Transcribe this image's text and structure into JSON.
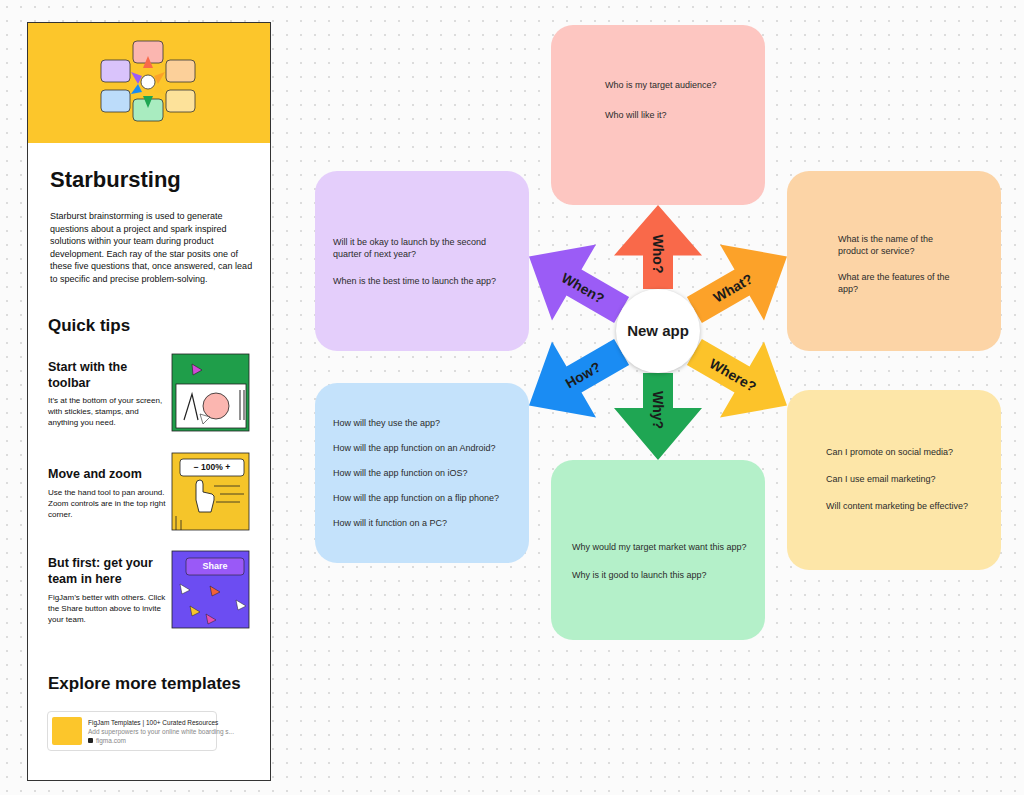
{
  "diagram": {
    "title": "Starbursting",
    "nodes": [
      {
        "text": [
          "New app"
        ]
      },
      {
        "text": [
          "Who is my target audience?",
          "Who will like it?"
        ]
      },
      {
        "text": [
          "What is the name of the product or service?",
          "What are the features of the app?"
        ]
      },
      {
        "text": [
          "Can I promote on social media?",
          "Can I use email marketing?",
          "Will content marketing be effective?"
        ]
      },
      {
        "text": [
          "Why would my target market want this app?",
          "Why is it good to launch this app?"
        ]
      },
      {
        "text": [
          "How will they use the app?",
          "How will the app function on an Android?",
          "How will the app function on iOS?",
          "How will the app function on a flip phone?",
          "How will it function on a PC?"
        ]
      },
      {
        "text": [
          "Will it be okay to launch by the second quarter of next year?",
          "When is the best time to launch the app?"
        ]
      },
      {
        "text": [
          "FigJam Templates | 100+ Curated Resources",
          "Add superpowers to your online white boarding s...",
          "figma.com"
        ]
      }
    ],
    "edges": [
      {
        "from": 0,
        "to": 1,
        "arrow": "to",
        "label": "Who?"
      },
      {
        "from": 0,
        "to": 2,
        "arrow": "to",
        "label": "What?"
      },
      {
        "from": 0,
        "to": 3,
        "arrow": "to",
        "label": "Where?"
      },
      {
        "from": 0,
        "to": 4,
        "arrow": "to",
        "label": "Why?"
      },
      {
        "from": 0,
        "to": 5,
        "arrow": "to",
        "label": "How?"
      },
      {
        "from": 0,
        "to": 6,
        "arrow": "to",
        "label": "When?"
      }
    ],
    "labels": [
      "Starburst brainstorming is used to generate questions about a project and spark inspired solutions within your team during product development. Each ray of the star posits one of these five questions that, once answered, can lead to specific and precise problem-solving.",
      "Quick tips",
      "Start with the toolbar",
      "It’s at the bottom of your screen, with stickies, stamps, and anything you need.",
      "Move and zoom",
      "− 100% +",
      "Use the hand tool to pan around. Zoom controls are in the top right corner.",
      "But first: get your team in here",
      "Share",
      "FigJam’s better with others. Click the Share button above to invite your team.",
      "Explore more templates"
    ]
  }
}
